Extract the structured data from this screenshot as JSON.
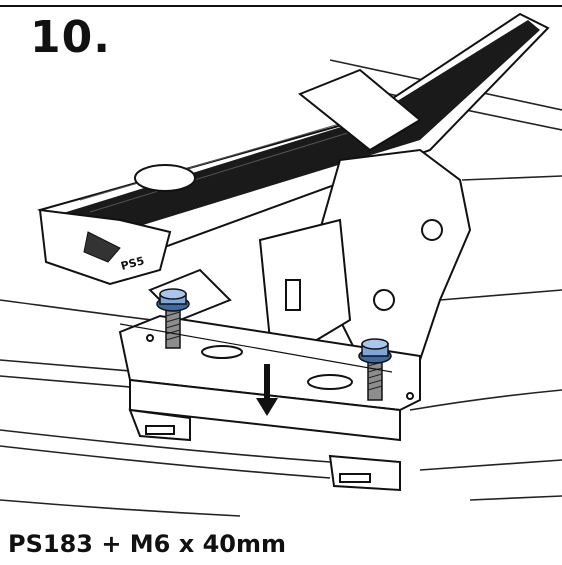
{
  "step": {
    "number": "10."
  },
  "caption": {
    "text": "PS183 + M6 x 40mm"
  },
  "part_marking": {
    "text": "PS5"
  },
  "colors": {
    "ink": "#111111",
    "bar": "#1a1a1a",
    "bolt": "#7fa6d9",
    "bolt_shade": "#3e6aa8",
    "background": "#ffffff"
  },
  "icons": {
    "arrow": "down-arrow-icon",
    "bolt": "bolt-icon"
  }
}
